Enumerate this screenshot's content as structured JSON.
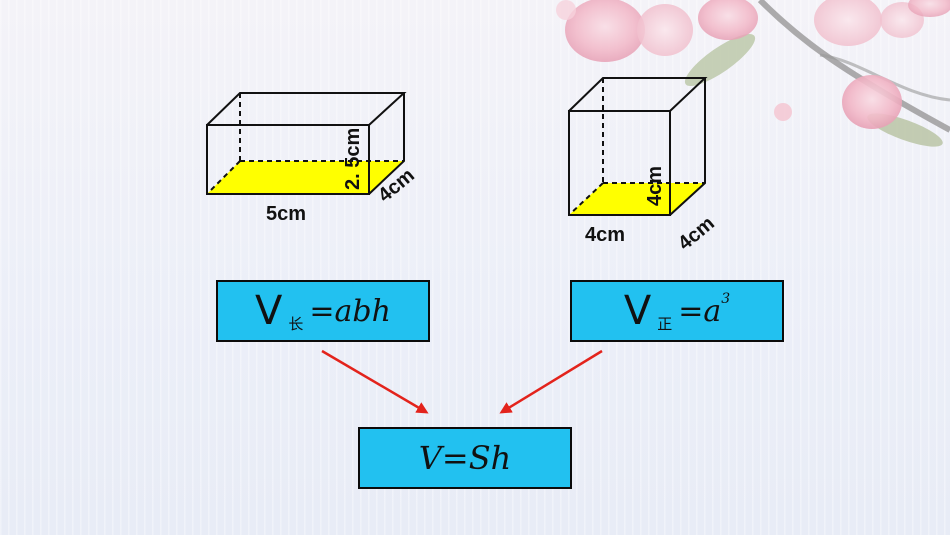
{
  "figure_left": {
    "width_label": "5cm",
    "depth_label": "4cm",
    "height_label": "2. 5cm"
  },
  "figure_right": {
    "width_label": "4cm",
    "depth_label": "4cm",
    "height_label": "4cm"
  },
  "formula_cuboid": {
    "v": "V",
    "sub": "长",
    "expr": "=abh"
  },
  "formula_cube": {
    "v": "V",
    "sub": "正",
    "expr": "=a",
    "exponent": "3"
  },
  "formula_general": {
    "expr": "V=Sh"
  },
  "colors": {
    "box_fill": "#22c1f0",
    "base_fill": "#ffff00",
    "arrow": "#e3231c"
  }
}
